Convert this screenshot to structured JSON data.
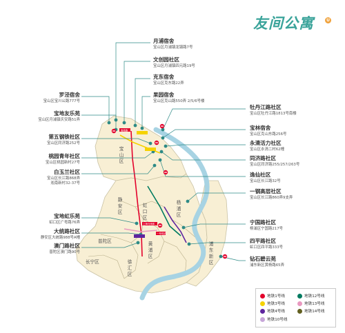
{
  "brand": {
    "title": "友间公寓",
    "mark": "U"
  },
  "legend": [
    {
      "label": "地铁1号线",
      "color": "#e3002b"
    },
    {
      "label": "地铁12号线",
      "color": "#007a60"
    },
    {
      "label": "地铁3号线",
      "color": "#f5d200"
    },
    {
      "label": "地铁13号线",
      "color": "#e999c0"
    },
    {
      "label": "地铁4号线",
      "color": "#5f259f"
    },
    {
      "label": "地铁14号线",
      "color": "#626020"
    },
    {
      "label": "地铁10号线",
      "color": "#c7a6d9"
    }
  ],
  "districts": {
    "baoshan": "宝山区",
    "jingan": "静安区",
    "hongkou": "虹口区",
    "yangpu": "杨浦区",
    "putuo": "普陀区",
    "changning": "长宁区",
    "huangpu": "黄浦区",
    "xuhui": "徐汇区",
    "pudong": "浦东新区"
  },
  "stations": {
    "st_a": "宝杨路",
    "st_b": "上海马戏城",
    "st_c": "一号线站"
  },
  "apartments": [
    {
      "name": "月浦宿舍",
      "address": "宝山区月浦镇龙镇路7号"
    },
    {
      "name": "文创园社区",
      "address": "宝山区月浦镇四元路19号"
    },
    {
      "name": "克东宿舍",
      "address": "宝山区克东路22弄"
    },
    {
      "name": "果园宿舍",
      "address": "宝山区克山路550弄 2/5/6号楼"
    },
    {
      "name": "罗泾宿舍",
      "address": "宝山区宝川公路777号"
    },
    {
      "name": "宝地友乐苑",
      "address": "宝山区月浦镇庆安路51弄"
    },
    {
      "name": "第五钢铁社区",
      "address": "宝山区同济路252号"
    },
    {
      "name": "桃园青年社区",
      "address": "宝山区桃园新村27号"
    },
    {
      "name": "白玉兰社区",
      "address": "宝山区长江路868弄",
      "address2": "淞南新村32-37号"
    },
    {
      "name": "宝地虹乐苑",
      "address": "虹口区广粤路76弄"
    },
    {
      "name": "大统路社区",
      "address": "静安区大统路988号A幢"
    },
    {
      "name": "澳门路社区",
      "address": "普陀区澳门路90号"
    },
    {
      "name": "牡丹江路社区",
      "address": "宝山区牡丹江路1813号南楼"
    },
    {
      "name": "宝林宿舍",
      "address": "宝山区克山东路256号"
    },
    {
      "name": "永清活力社区",
      "address": "宝山区永清二村62幢"
    },
    {
      "name": "同济路社区",
      "address": "宝山区同济路255/257/263号"
    },
    {
      "name": "逸仙社区",
      "address": "宝山区长江路32号"
    },
    {
      "name": "一钢高层社区",
      "address": "宝山区长江路860弄9支弄"
    },
    {
      "name": "宁国路社区",
      "address": "杨浦区宁国路217号"
    },
    {
      "name": "四平路社区",
      "address": "虹口区四平路333号"
    },
    {
      "name": "钻石碧云苑",
      "address": "浦东新区黄杨路65弄"
    }
  ]
}
